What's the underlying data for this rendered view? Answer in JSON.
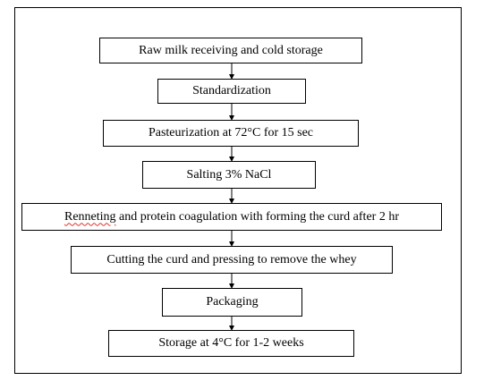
{
  "flowchart": {
    "steps": [
      {
        "label": "Raw milk receiving and cold storage"
      },
      {
        "label": "Standardization"
      },
      {
        "label": "Pasteurization at 72°C for 15 sec"
      },
      {
        "label": "Salting 3% NaCl"
      },
      {
        "label_first_word": "Renneting",
        "label_rest": " and protein coagulation with forming the curd after 2 hr"
      },
      {
        "label": "Cutting the curd and pressing to remove the whey"
      },
      {
        "label": "Packaging"
      },
      {
        "label": "Storage at 4°C for 1-2 weeks"
      }
    ],
    "colors": {
      "line": "#000000",
      "spellcheck_underline": "#e03030"
    }
  }
}
